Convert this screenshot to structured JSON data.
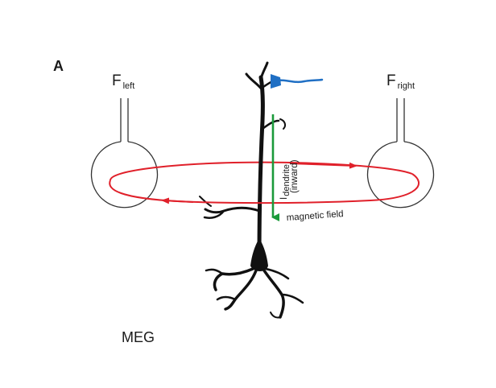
{
  "panel_label": "A",
  "sensor_left": {
    "main": "F",
    "sub": "left"
  },
  "sensor_right": {
    "main": "F",
    "sub": "right"
  },
  "current_label": {
    "main": "I",
    "sub": "dendrite",
    "note": "(inward)"
  },
  "field_label": "magnetic field",
  "caption": "MEG",
  "colors": {
    "field_loop": "#e0202a",
    "current_arrow": "#1a9a3a",
    "axon_terminal": "#1f6fc4",
    "neuron": "#111111",
    "sensor_outline": "#333333"
  }
}
